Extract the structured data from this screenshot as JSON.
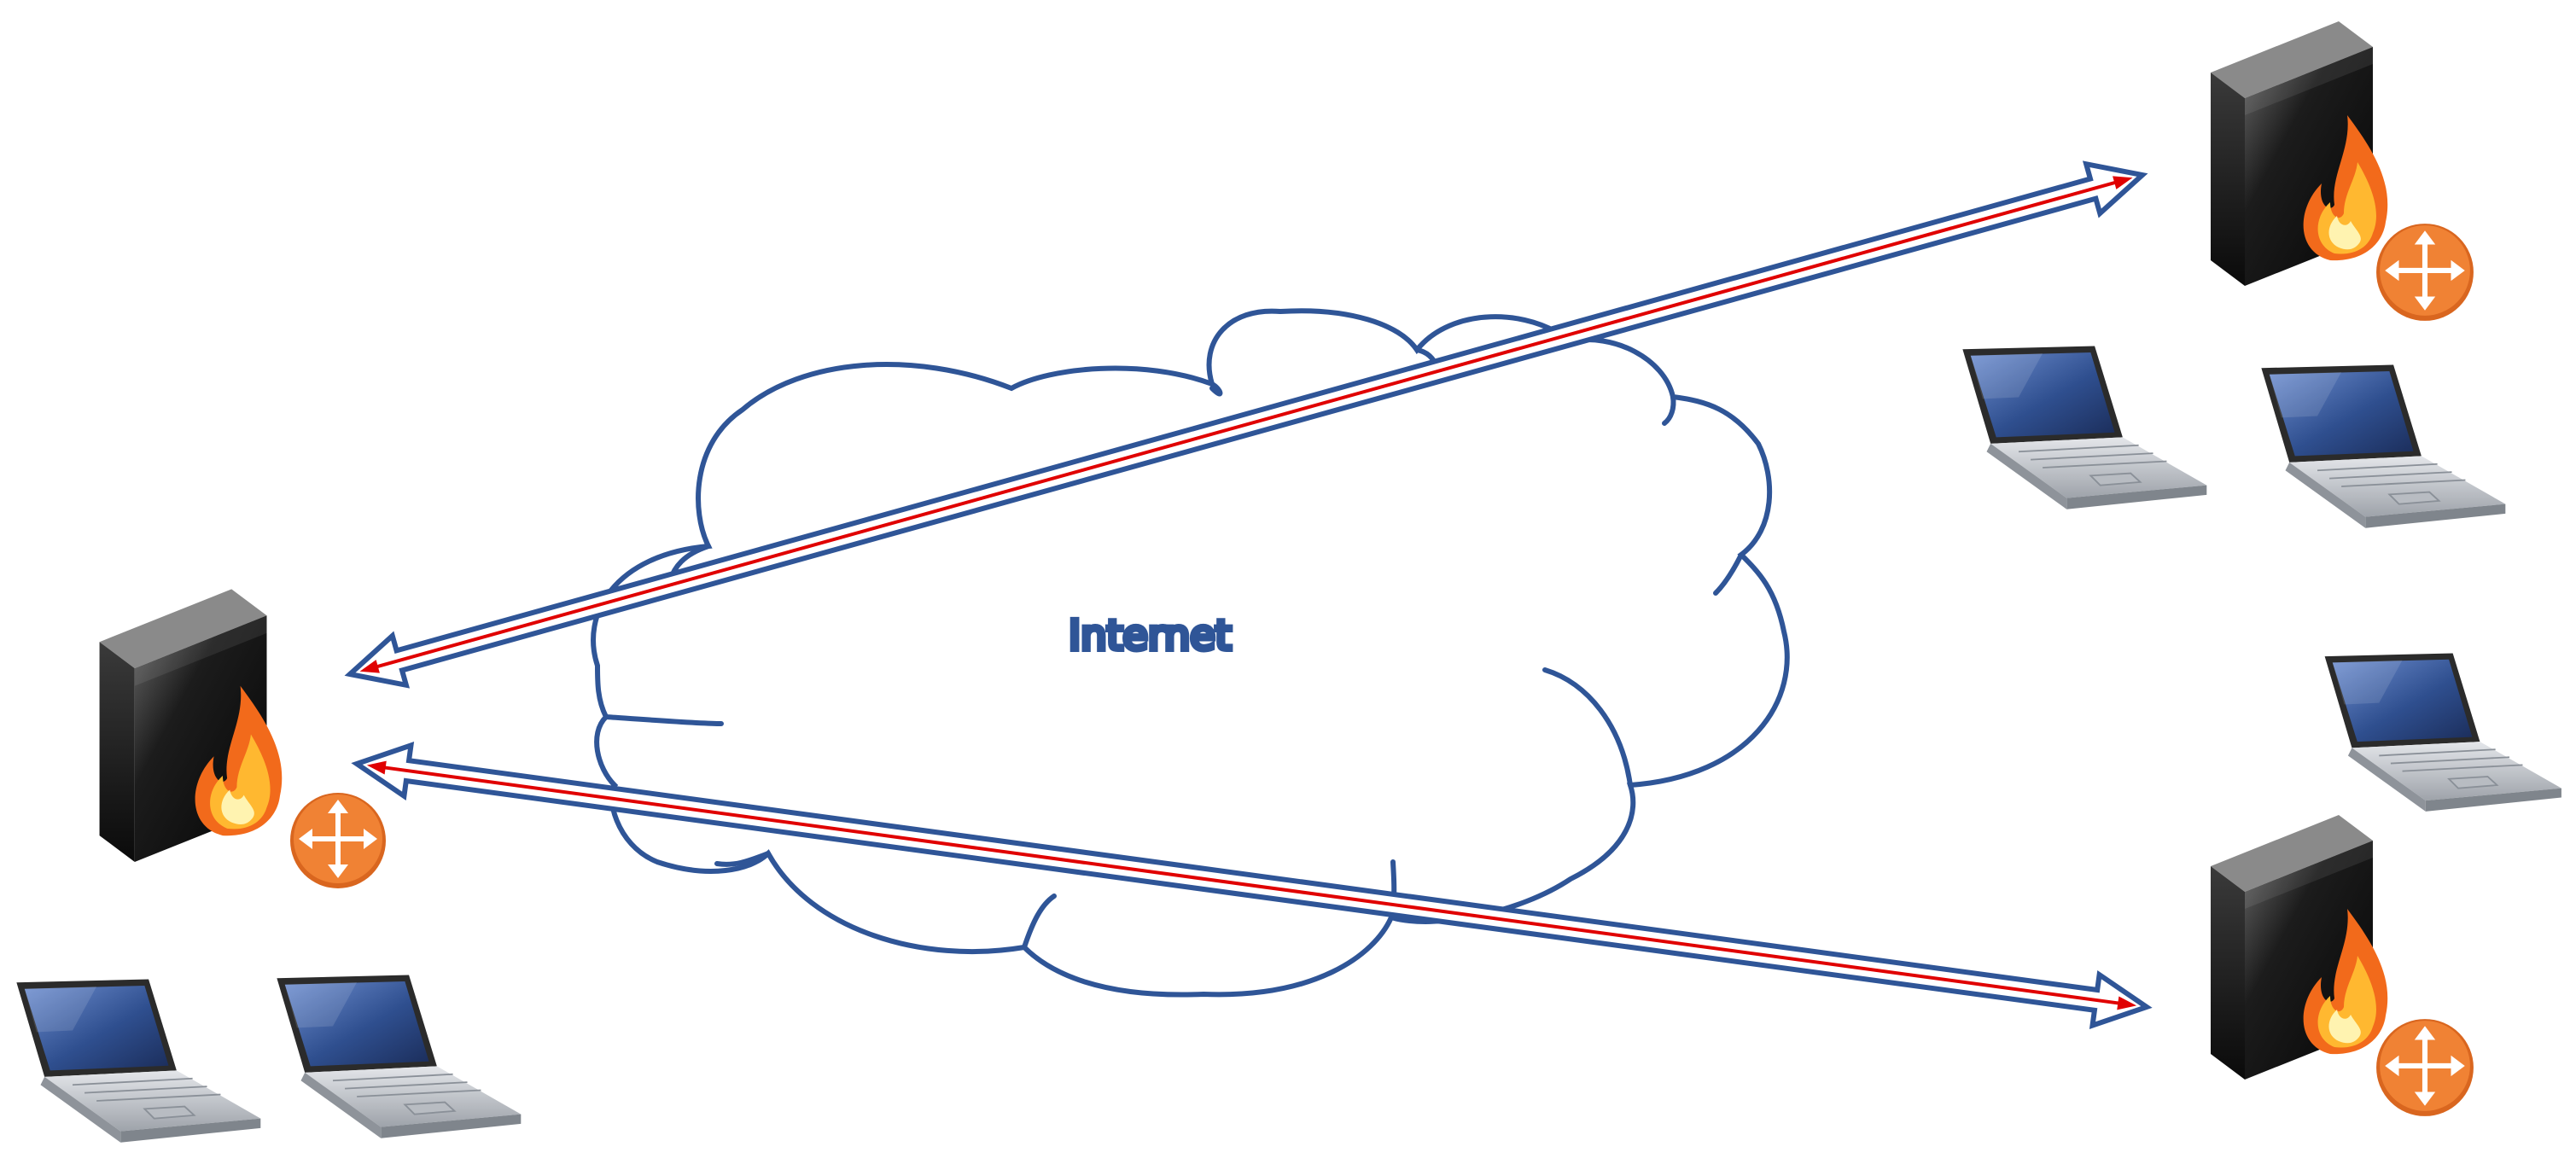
{
  "cloud": {
    "label": "Internet"
  },
  "colors": {
    "cloud_stroke": "#2f5597",
    "tunnel_outline": "#2f5597",
    "tunnel_core": "#e00000",
    "server_body": "#1a1a1a",
    "router_badge": "#f08234",
    "laptop_screen": "#2f4f8f",
    "laptop_body": "#c9ccd0"
  },
  "nodes": {
    "left_site": {
      "gateway_icon": "firewall-server-icon",
      "router_icon": "router-icon",
      "clients": 2
    },
    "top_right_site": {
      "gateway_icon": "firewall-server-icon",
      "router_icon": "router-icon",
      "clients": 2
    },
    "bottom_right_site": {
      "gateway_icon": "firewall-server-icon",
      "router_icon": "router-icon",
      "clients": 1
    }
  },
  "tunnels": [
    {
      "from": "left_site",
      "to": "top_right_site",
      "bidirectional": true
    },
    {
      "from": "left_site",
      "to": "bottom_right_site",
      "bidirectional": true
    }
  ]
}
